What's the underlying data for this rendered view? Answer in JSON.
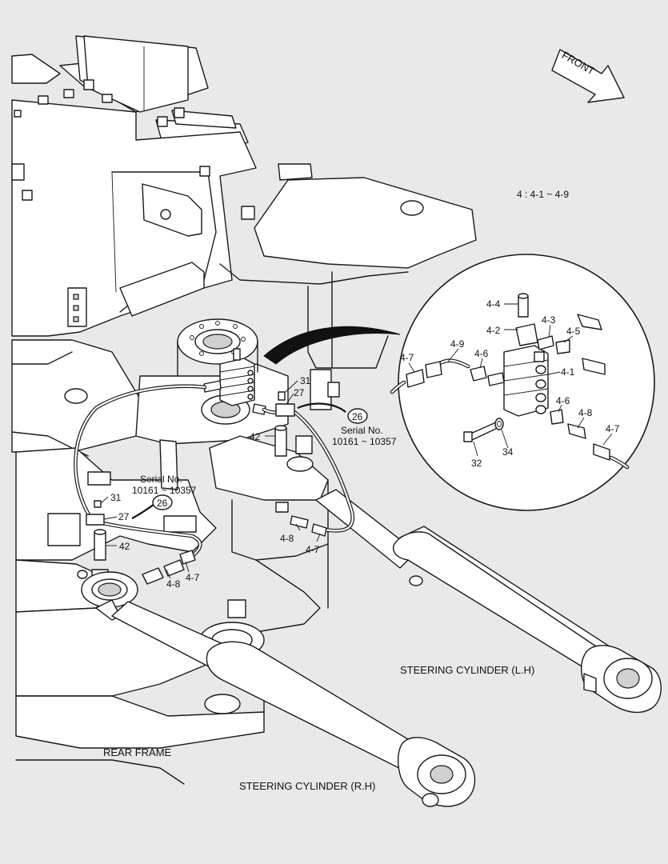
{
  "direction": {
    "label": "FRONT"
  },
  "legend": {
    "text": "4 : 4-1 ~ 4-9"
  },
  "detail_labels": {
    "l4_4": "4-4",
    "l4_2": "4-2",
    "l4_3": "4-3",
    "l4_5": "4-5",
    "l4_7a": "4-7",
    "l4_9": "4-9",
    "l4_6a": "4-6",
    "l4_1": "4-1",
    "l4_6b": "4-6",
    "l4_8": "4-8",
    "l4_7b": "4-7",
    "l32": "32",
    "l34": "34"
  },
  "main_labels": {
    "l31a": "31",
    "l27a": "27",
    "l26a": "26",
    "l42a": "42",
    "serial_a": "Serial No.",
    "serial_range_a": "10161 ~ 10357",
    "l31b": "31",
    "l27b": "27",
    "l26b": "26",
    "l42b": "42",
    "serial_b": "Serial No.",
    "serial_range_b": "10161 ~ 10357",
    "l4_8a": "4-8",
    "l4_7c": "4-7",
    "l4_8b": "4-8",
    "l4_7d": "4-7"
  },
  "captions": {
    "steering_lh": "STEERING CYLINDER (L.H)",
    "rear_frame": "REAR FRAME",
    "steering_rh": "STEERING CYLINDER (R.H)"
  }
}
